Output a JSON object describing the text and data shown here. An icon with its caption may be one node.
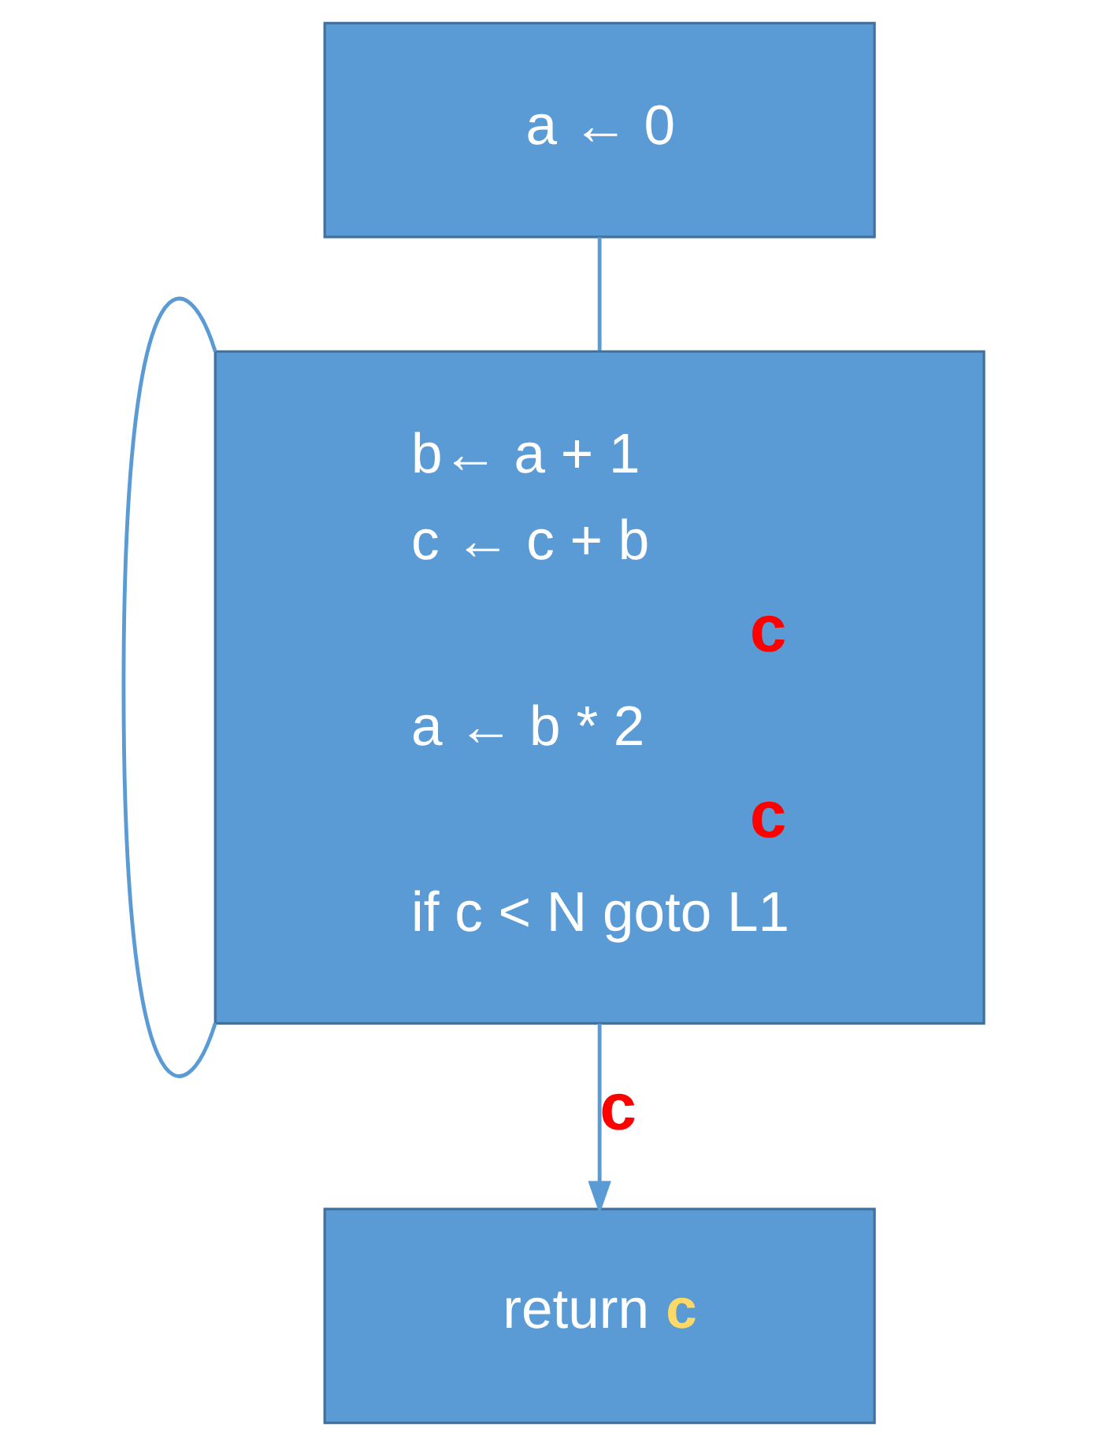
{
  "diagram": {
    "nodes": [
      {
        "text": [
          "a ← 0"
        ]
      },
      {
        "text": [
          "b← a + 1",
          "c ← c + b",
          "c",
          "a ← b * 2",
          "c",
          "if c < N goto L1"
        ]
      },
      {
        "text": [
          "return c"
        ]
      }
    ],
    "edges": [
      {
        "from": 0,
        "to": 1,
        "arrow": "none"
      },
      {
        "from": 1,
        "to": 1,
        "arrow": "none"
      },
      {
        "from": 1,
        "to": 2,
        "arrow": "to",
        "label": "c"
      }
    ]
  }
}
